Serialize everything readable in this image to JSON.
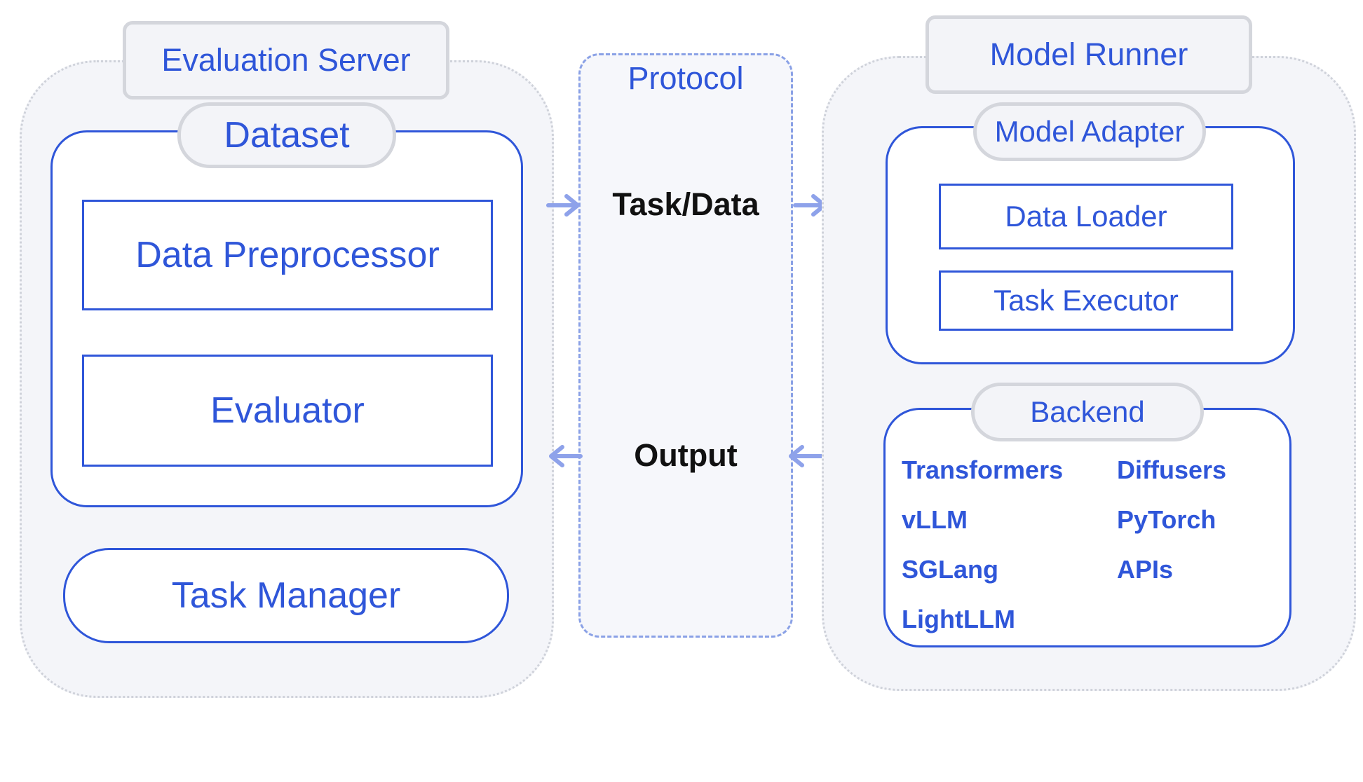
{
  "evaluation_server": {
    "title": "Evaluation Server",
    "dataset_label": "Dataset",
    "data_preprocessor": "Data Preprocessor",
    "evaluator": "Evaluator",
    "task_manager": "Task Manager"
  },
  "protocol": {
    "title": "Protocol",
    "task_data": "Task/Data",
    "output": "Output"
  },
  "model_runner": {
    "title": "Model Runner",
    "model_adapter_label": "Model Adapter",
    "data_loader": "Data Loader",
    "task_executor": "Task Executor",
    "backend_label": "Backend",
    "backends": [
      "Transformers",
      "Diffusers",
      "vLLM",
      "PyTorch",
      "SGLang",
      "APIs",
      "LightLLM"
    ]
  },
  "colors": {
    "accent": "#2f56d9",
    "arrow": "#8ea2ea",
    "panel_bg": "#f4f5f9",
    "tab_border": "#d4d6dc"
  }
}
